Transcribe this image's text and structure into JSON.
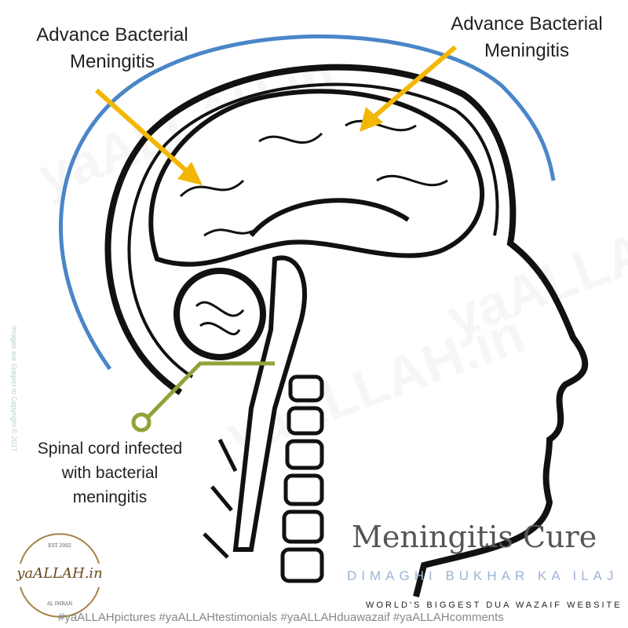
{
  "labels": {
    "left_top": "Advance Bacterial Meningitis",
    "right_top": "Advance Bacterial Meningitis",
    "spinal": "Spinal cord infected with bacterial meningitis"
  },
  "title": "Meningitis Cure",
  "subtitle": "DIMAGHI BUKHAR KA ILAJ",
  "tagline": "WORLD'S BIGGEST DUA WAZAIF WEBSITE",
  "hashtags": "#yaALLAHpictures #yaALLAHtestimonials #yaALLAHduawazaif #yaALLAHcomments",
  "copyright": "Images are Subject to Copyright © 2017",
  "watermark": "yaALLAH.in",
  "logo": {
    "est": "EST 2002",
    "name": "yaALLAH.in",
    "author": "AL IMRAN"
  },
  "colors": {
    "arrow": "#f2b705",
    "meninges": "#4a86c8",
    "pointer": "#8fa33a",
    "subtitle": "#9db3d6"
  }
}
